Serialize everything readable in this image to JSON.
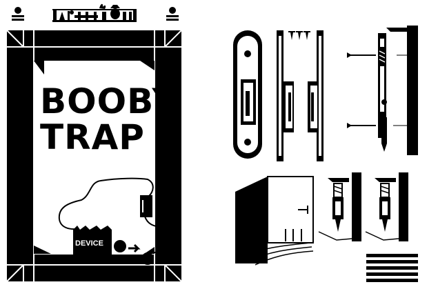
{
  "poster": {
    "title_line1": "BOOBY",
    "title_line2": "TRAP",
    "device_label": "DEVICE"
  },
  "colors": {
    "ink": "#000000",
    "paper": "#ffffff"
  },
  "icons": [
    "person-icon-left",
    "toolbar-strip-icon",
    "person-icon-right",
    "latch-plate-icon",
    "door-frame-icon",
    "screws-icon",
    "spring-plunger-icon",
    "door-corner-icon",
    "striped-block-icon"
  ]
}
